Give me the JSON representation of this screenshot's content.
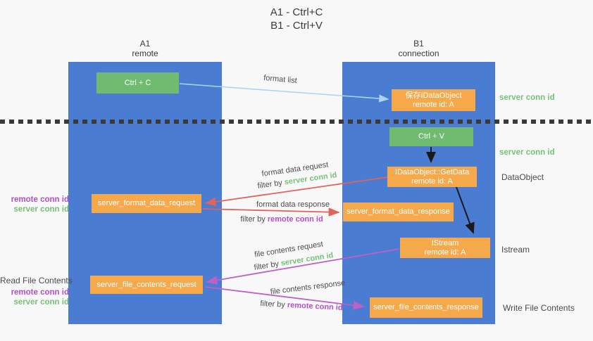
{
  "title": {
    "line1": "A1 - Ctrl+C",
    "line2": "B1 - Ctrl+V"
  },
  "lanes": {
    "a1": {
      "name": "A1",
      "role": "remote"
    },
    "b1": {
      "name": "B1",
      "role": "connection"
    }
  },
  "nodes": {
    "ctrl_c": {
      "label": "Ctrl + C"
    },
    "save_dataobject": {
      "line1": "保存IDataObject",
      "line2": "remote id: A"
    },
    "ctrl_v": {
      "label": "Ctrl + V"
    },
    "getdata": {
      "line1": "IDataObject::GetData",
      "line2": "remote id: A"
    },
    "format_data_request": {
      "label": "server_format_data_request"
    },
    "format_data_response": {
      "label": "server_format_data_response"
    },
    "istream": {
      "line1": "IStream",
      "line2": "remote id: A"
    },
    "file_contents_request": {
      "label": "server_file_contents_request"
    },
    "file_contents_response": {
      "label": "server_file_contents_response"
    }
  },
  "labels": {
    "filter_by": "filter by ",
    "server_conn_id": "server conn id",
    "remote_conn_id": "remote conn id",
    "format_list": "format list",
    "format_data_request": "format data request",
    "format_data_response": "format data response",
    "file_contents_request": "file contents request",
    "file_contents_response": "file contents response",
    "dataobject": "DataObject",
    "istream": "Istream",
    "read_file_contents": "Read File Contents",
    "write_file_contents": "Write File Contents"
  },
  "colors": {
    "lane_blue": "#4a7dd2",
    "node_green": "#6fbc70",
    "node_orange": "#f6a94b",
    "label_green": "#77c077",
    "label_purple": "#b050c8",
    "arrow_red": "#e0635c",
    "arrow_magenta": "#c05fc5",
    "arrow_lightblue": "#aad4f2",
    "arrow_black": "#1a1a1a",
    "divider_dark": "#3a3a3a"
  }
}
